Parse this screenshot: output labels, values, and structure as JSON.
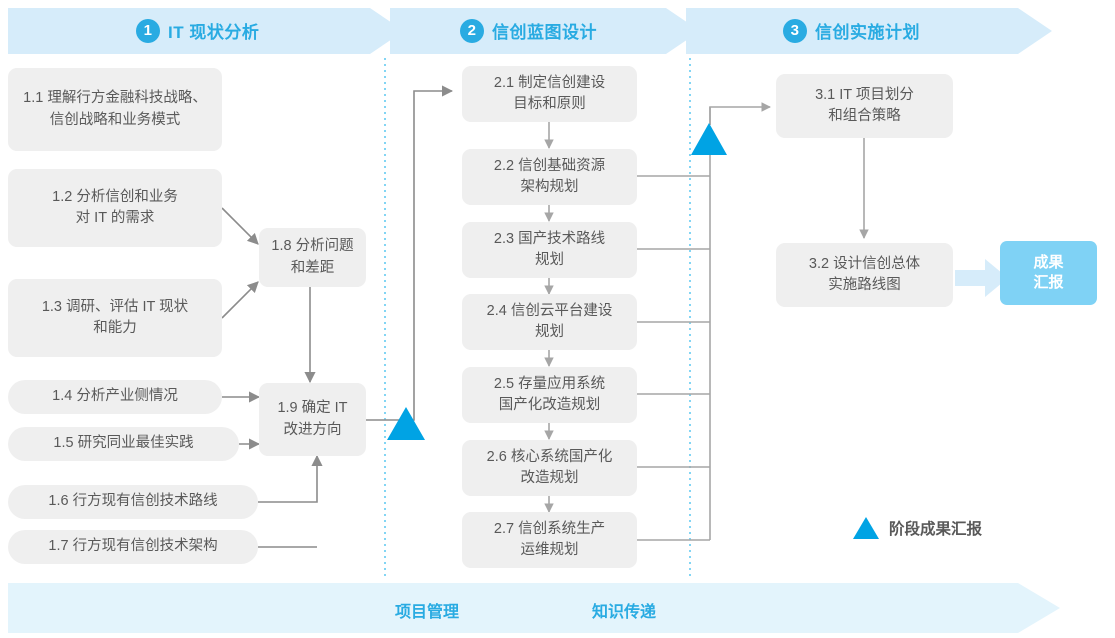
{
  "diagram": {
    "title_bar": {
      "phases": [
        {
          "num": "1",
          "label": "IT 现状分析"
        },
        {
          "num": "2",
          "label": "信创蓝图设计"
        },
        {
          "num": "3",
          "label": "信创实施计划"
        }
      ]
    },
    "phase1_nodes": [
      {
        "id": "n11",
        "text": "1.1 理解行方金融科技战略、\n信创战略和业务模式"
      },
      {
        "id": "n12",
        "text": "1.2 分析信创和业务\n对 IT 的需求"
      },
      {
        "id": "n13",
        "text": "1.3 调研、评估 IT 现状\n和能力"
      },
      {
        "id": "n14",
        "text": "1.4 分析产业侧情况"
      },
      {
        "id": "n15",
        "text": "1.5 研究同业最佳实践"
      },
      {
        "id": "n16",
        "text": "1.6 行方现有信创技术路线"
      },
      {
        "id": "n17",
        "text": "1.7 行方现有信创技术架构"
      },
      {
        "id": "n18",
        "text": "1.8 分析问题\n和差距"
      },
      {
        "id": "n19",
        "text": "1.9 确定 IT\n改进方向"
      }
    ],
    "phase2_nodes": [
      {
        "id": "n21",
        "text": "2.1 制定信创建设\n目标和原则"
      },
      {
        "id": "n22",
        "text": "2.2 信创基础资源\n架构规划"
      },
      {
        "id": "n23",
        "text": "2.3 国产技术路线\n规划"
      },
      {
        "id": "n24",
        "text": "2.4 信创云平台建设\n规划"
      },
      {
        "id": "n25",
        "text": "2.5 存量应用系统\n国产化改造规划"
      },
      {
        "id": "n26",
        "text": "2.6 核心系统国产化\n改造规划"
      },
      {
        "id": "n27",
        "text": "2.7 信创系统生产\n运维规划"
      }
    ],
    "phase3_nodes": [
      {
        "id": "n31",
        "text": "3.1 IT 项目划分\n和组合策略"
      },
      {
        "id": "n32",
        "text": "3.2 设计信创总体\n实施路线图"
      }
    ],
    "result_node": {
      "id": "result",
      "text": "成果\n汇报"
    },
    "legend": {
      "text": "阶段成果汇报"
    },
    "footer": {
      "labels": [
        "项目管理",
        "知识传递"
      ]
    },
    "colors": {
      "accent": "#29abe2",
      "triangle": "#00a3e4",
      "header_band": "#d6ecfa",
      "footer_band": "#e3f4fc",
      "node_bg": "#efefef",
      "node_text": "#595959",
      "result_bg": "#7fd2f5",
      "connector": "#999999",
      "divider": "#4ec3ef"
    }
  }
}
